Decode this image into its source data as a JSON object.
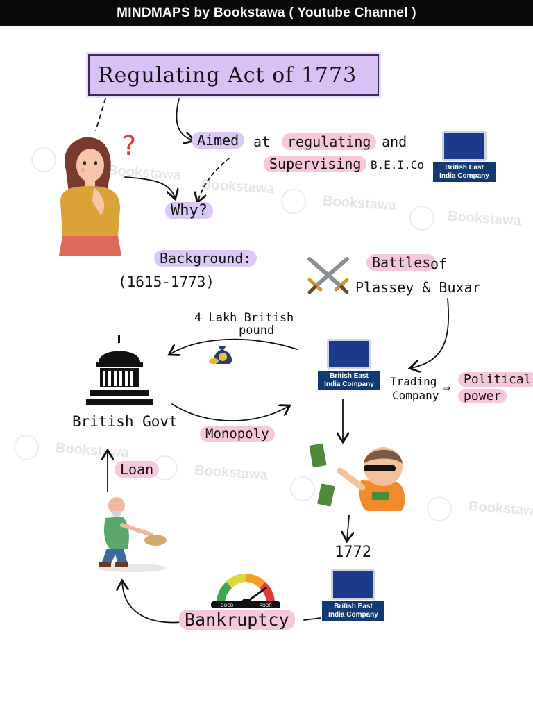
{
  "header": {
    "banner": "MINDMAPS by Bookstawa ( Youtube Channel )"
  },
  "title": "Regulating Act of 1773",
  "aim": {
    "aimed": "Aimed",
    "at": "at",
    "regulating": "regulating",
    "and": "and",
    "supervising": "Supervising",
    "beico": "B.E.I.Co"
  },
  "why": "Why?",
  "background": {
    "label": "Background:",
    "years": "(1615-1773)"
  },
  "battles": {
    "battles": "Battles",
    "of": "of",
    "places": "Plassey & Buxar"
  },
  "payment": {
    "line1": "4 Lakh British",
    "line2": "pound"
  },
  "british_govt": "British Govt",
  "monopoly": "Monopoly",
  "trading": {
    "line1": "Trading",
    "line2": "Company",
    "arrow": "⇒",
    "political": "Political",
    "power": "power"
  },
  "loan": "Loan",
  "year_1772": "1772",
  "bankruptcy": "Bankruptcy",
  "gauge": {
    "good": "GOOD",
    "poor": "POOR"
  },
  "beic_label": {
    "line1": "British East",
    "line2": "India Company"
  },
  "watermark": "Bookstawa",
  "question_mark": "?",
  "icons": [
    "question-icon",
    "woman-thinking-icon",
    "crossed-swords-icon",
    "money-bag-icon",
    "parliament-building-icon",
    "beggar-icon",
    "money-thief-icon",
    "gauge-icon",
    "flag-icon"
  ],
  "colors": {
    "pink_highlight": "#f7c8dc",
    "purple_highlight": "#dcc8f4",
    "title_box": "#d9c0f5",
    "banner": "#0a0a0a",
    "beic_blue": "#123a72"
  }
}
